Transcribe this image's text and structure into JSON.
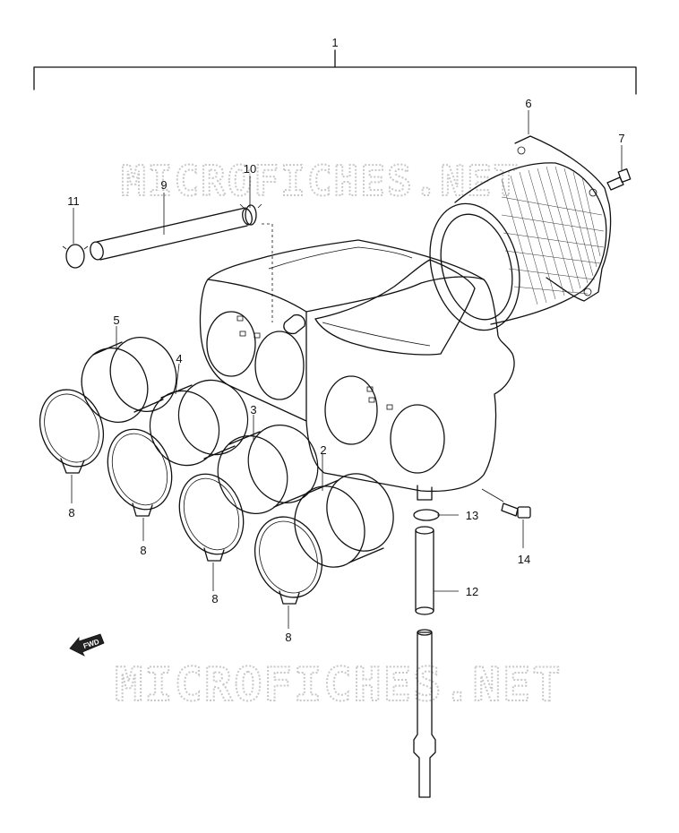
{
  "callouts": {
    "c1": "1",
    "c2": "2",
    "c3": "3",
    "c4": "4",
    "c5": "5",
    "c6": "6",
    "c7": "7",
    "c8a": "8",
    "c8b": "8",
    "c8c": "8",
    "c8d": "8",
    "c9": "9",
    "c10": "10",
    "c11": "11",
    "c12": "12",
    "c13": "13",
    "c14": "14"
  },
  "fwd_label": "FWD",
  "watermarks": {
    "top": "MICROFICHES.NET",
    "bottom": "MICROFICHES.NET"
  }
}
